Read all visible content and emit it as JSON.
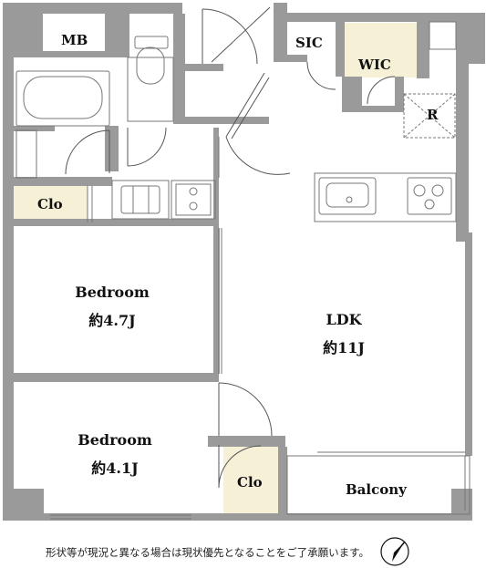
{
  "rooms": {
    "mb": "MB",
    "sic": "SIC",
    "wic": "WIC",
    "refrigerator": "R",
    "clo_upper": "Clo",
    "bedroom1_name": "Bedroom",
    "bedroom1_size": "約4.7J",
    "ldk_name": "LDK",
    "ldk_size": "約11J",
    "bedroom2_name": "Bedroom",
    "bedroom2_size": "約4.1J",
    "clo_lower": "Clo",
    "balcony": "Balcony"
  },
  "disclaimer": "形状等が現況と異なる場合は現状優先となることをご了承願います。",
  "icons": {
    "compass": "north-arrow-icon"
  },
  "colors": {
    "wall": "#9a9a9a",
    "closet_floor": "#f6f0d6",
    "line": "#777777"
  }
}
